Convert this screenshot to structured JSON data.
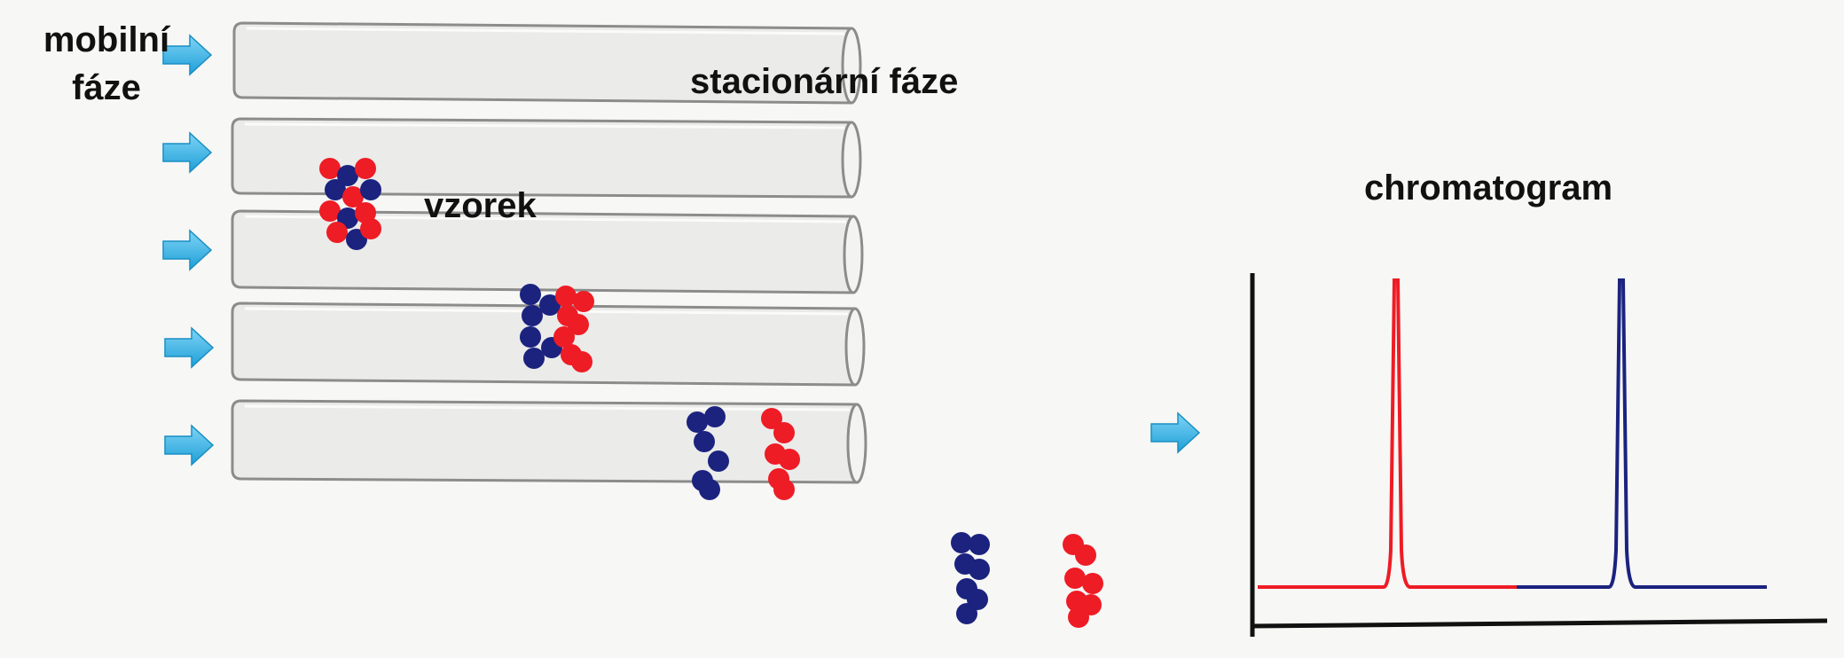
{
  "labels": {
    "mobile_phase_line1": "mobilní",
    "mobile_phase_line2": "fáze",
    "stationary_phase": "stacionární fáze",
    "sample": "vzorek",
    "chromatogram": "chromatogram"
  },
  "colors": {
    "arrow": "#3bb4e5",
    "component_a": "#ee1c25",
    "component_b": "#1b237f",
    "tube_fill": "#ebebea",
    "tube_stroke": "#8c8c8c",
    "axis": "#111111"
  },
  "stages": [
    {
      "name": "stationary-phase-only",
      "sample_present": false
    },
    {
      "name": "sample-injected",
      "sample_present": true,
      "separation": "mixed"
    },
    {
      "name": "separation-start",
      "sample_present": true,
      "separation": "overlapping"
    },
    {
      "name": "separation-mid",
      "sample_present": true,
      "separation": "separated"
    },
    {
      "name": "separation-end",
      "sample_present": true,
      "separation": "separated-eluting"
    }
  ],
  "chromatogram": {
    "peaks": [
      {
        "component": "component_a",
        "color": "#ee1c25",
        "order": 1
      },
      {
        "component": "component_b",
        "color": "#1b237f",
        "order": 2
      }
    ]
  }
}
